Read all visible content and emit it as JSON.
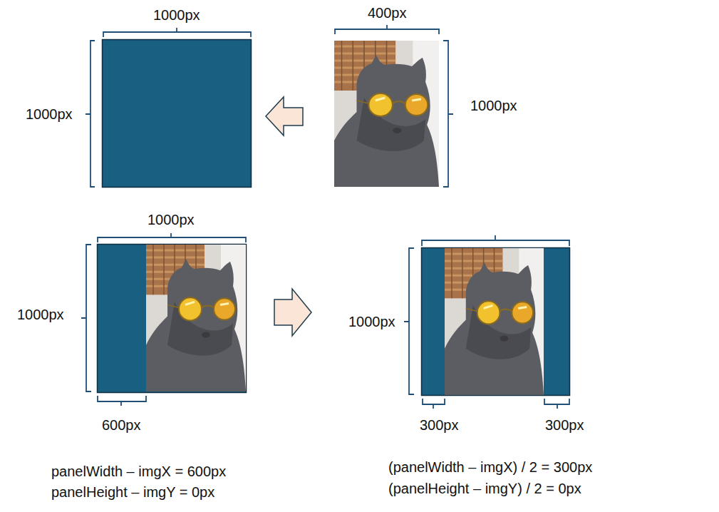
{
  "diagram": {
    "labels": [
      "1000px",
      "1000px",
      "400px",
      "1000px",
      "1000px",
      "1000px",
      "600px",
      "1000px",
      "300px",
      "300px",
      "panelWidth – imgX = 600px",
      "panelHeight – imgY = 0px",
      "(panelWidth – imgX) / 2 = 300px",
      "(panelHeight – imgY) / 2 = 0px"
    ]
  }
}
